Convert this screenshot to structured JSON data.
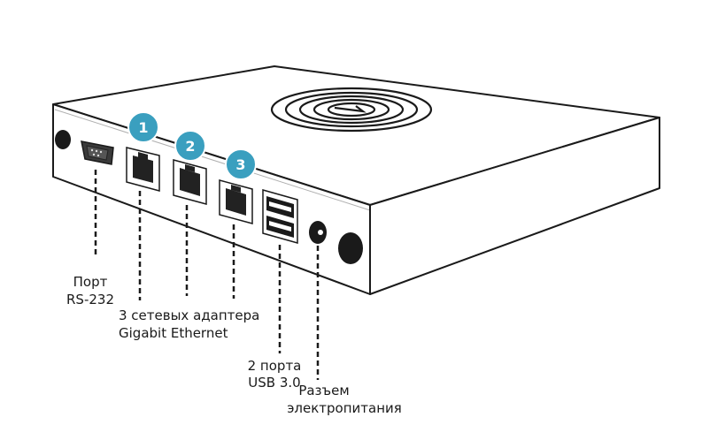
{
  "badges": [
    "1",
    "2",
    "3"
  ],
  "labels": {
    "rs232": [
      "Порт",
      "RS-232"
    ],
    "ethernet": [
      "3 сетевых адаптера",
      "Gigabit Ethernet"
    ],
    "usb": [
      "2 порта",
      "USB 3.0"
    ],
    "power": [
      "Разъем",
      "электропитания"
    ]
  },
  "colors": {
    "badge": "#3a9fbf",
    "outline": "#1a1a1a",
    "device_top": "#ffffff",
    "device_side": "#ffffff"
  }
}
